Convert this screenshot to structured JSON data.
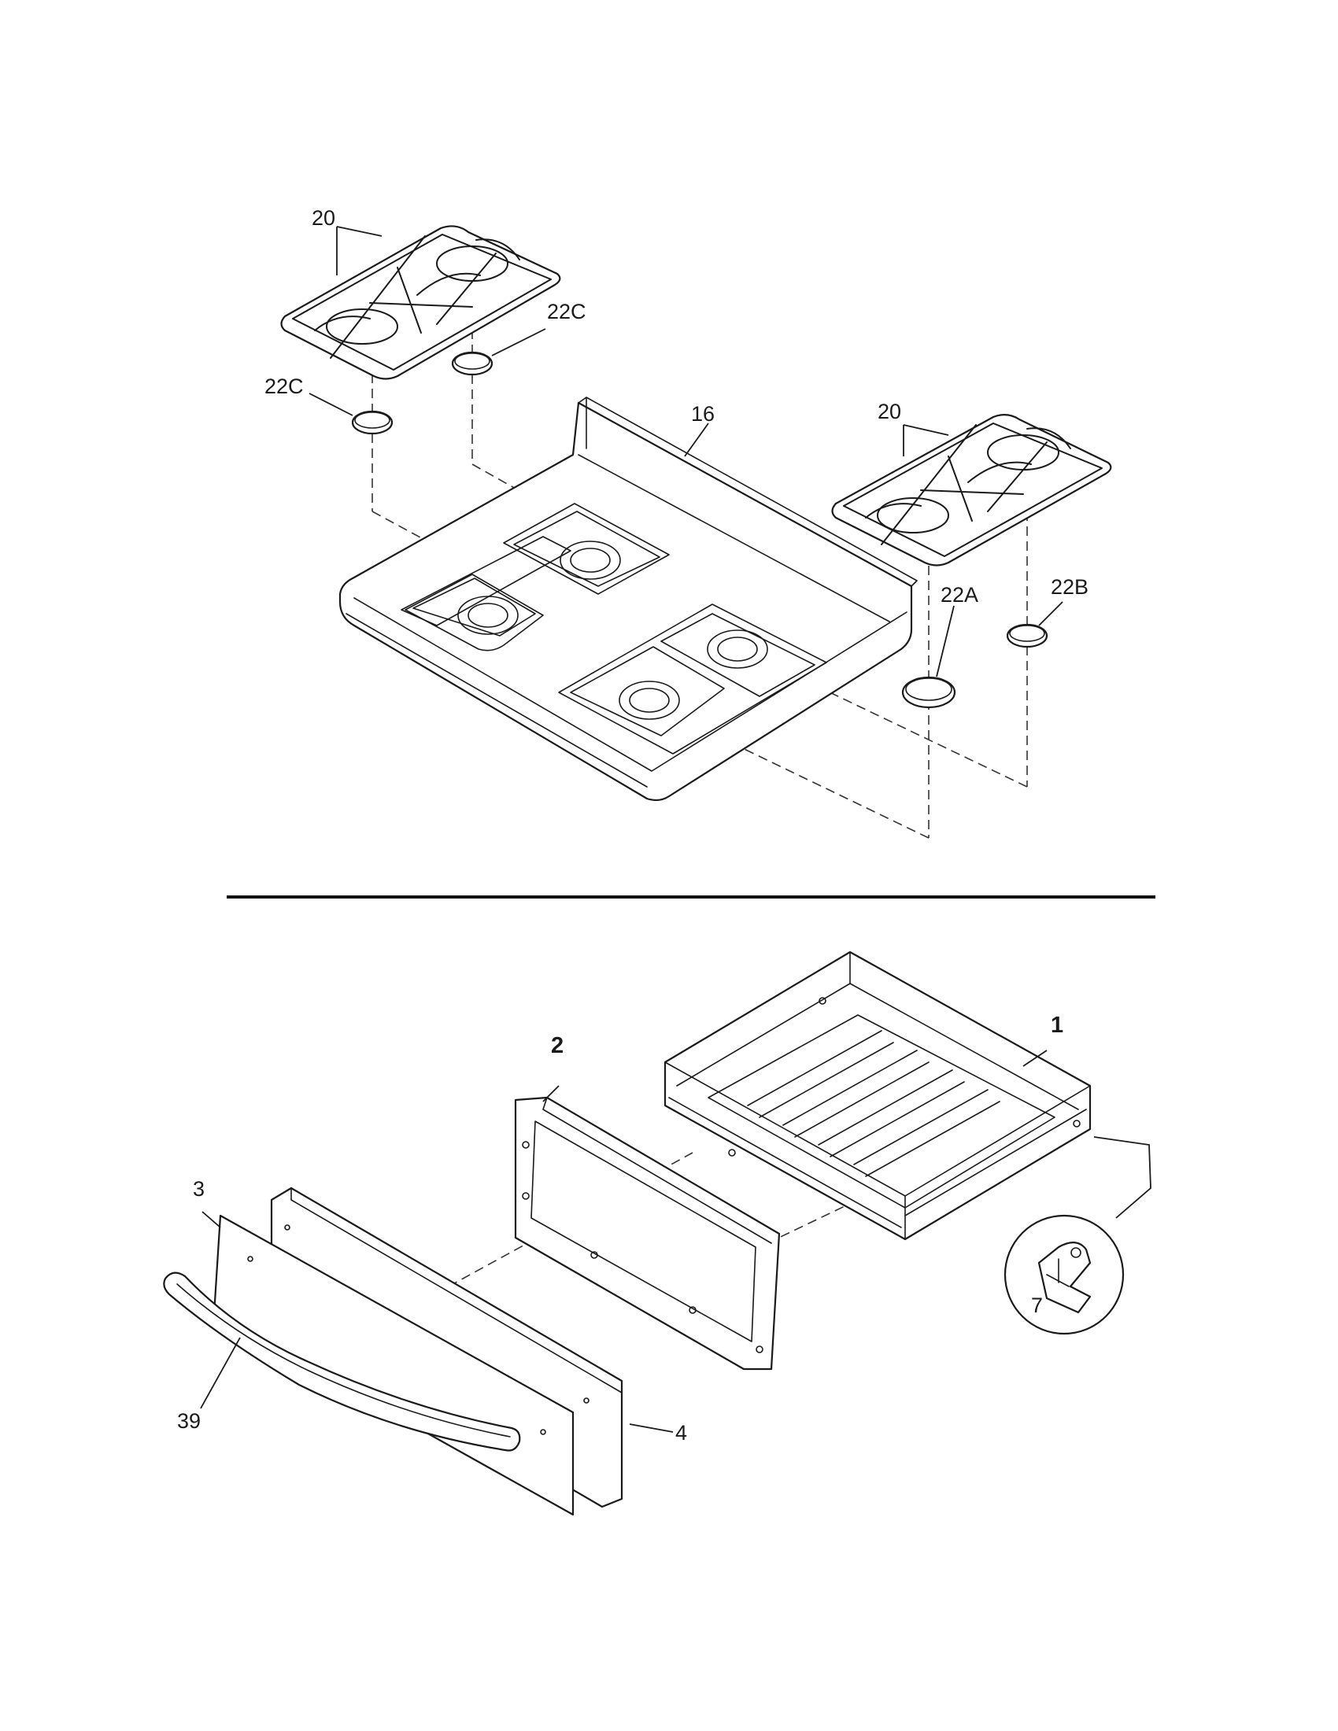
{
  "labels": {
    "grate_left": "20",
    "cap_left_upper": "22C",
    "cap_left_lower": "22C",
    "cooktop": "16",
    "grate_right": "20",
    "cap_22a": "22A",
    "cap_22b": "22B",
    "drawer_body": "1",
    "drawer_frame": "2",
    "drawer_panel": "3",
    "drawer_front": "4",
    "clip": "7",
    "handle": "39"
  }
}
